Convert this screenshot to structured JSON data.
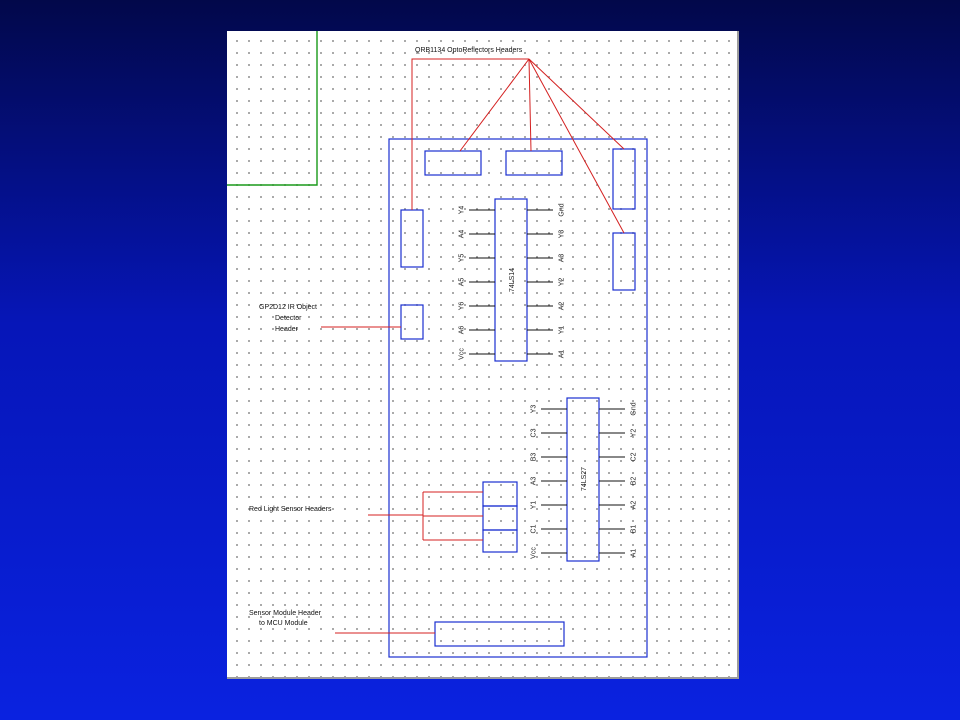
{
  "labels": {
    "qrb": "QRB1134 OptoReflectors Headers",
    "gp_line1": "GP2D12 IR Object",
    "gp_line2": "Detector",
    "gp_line3": "Header",
    "red_light": "Red Light Sensor Headers",
    "sensor_line1": "Sensor Module Header",
    "sensor_line2": "to MCU Module"
  },
  "chip1": {
    "name": "74LS14",
    "left_pins": [
      "Y4",
      "A4",
      "Y5",
      "A5",
      "Y6",
      "A6",
      "Vcc"
    ],
    "right_pins": [
      "Gnd",
      "Y3",
      "A3",
      "Y2",
      "A2",
      "Y1",
      "A1"
    ]
  },
  "chip2": {
    "name": "74LS27",
    "left_pins": [
      "Y3",
      "C3",
      "B3",
      "A3",
      "Y1",
      "C1",
      "Vcc"
    ],
    "right_pins": [
      "Gnd",
      "Y2",
      "C2",
      "B2",
      "A2",
      "B1",
      "A1"
    ]
  },
  "colors": {
    "board": "#1a2fd0",
    "traces": "#d42020",
    "border_trace": "#1a9a1a",
    "background": "#0616b8"
  }
}
